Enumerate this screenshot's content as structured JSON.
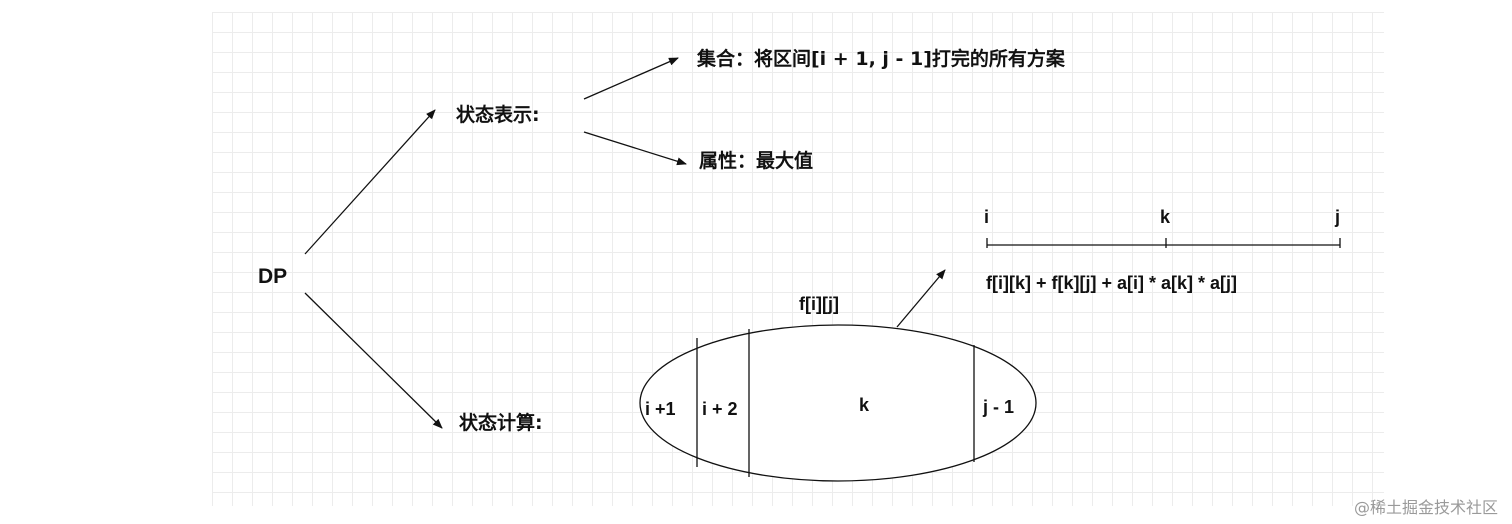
{
  "root": {
    "label": "DP"
  },
  "state_representation": {
    "label": "状态表示:",
    "set_label": "集合：将区间[i + 1, j - 1]打完的所有方案",
    "property_label": "属性：最大值"
  },
  "state_computation": {
    "label": "状态计算:",
    "ellipse_title": "f[i][j]",
    "segments": [
      "i +1",
      "i + 2",
      "k",
      "j - 1"
    ]
  },
  "split_line": {
    "ticks": [
      "i",
      "k",
      "j"
    ],
    "formula": "f[i][k] + f[k][j] + a[i] * a[k] * a[j]"
  },
  "watermark": "@稀土掘金技术社区"
}
